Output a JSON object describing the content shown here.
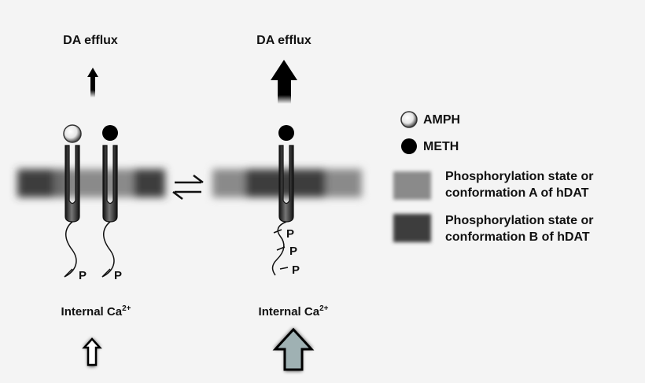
{
  "panels": {
    "left": {
      "efflux_label": "DA efflux",
      "calcium_label": "Internal Ca",
      "calcium_superscript": "2+",
      "phospho_mark": "P"
    },
    "right": {
      "efflux_label": "DA efflux",
      "calcium_label": "Internal Ca",
      "calcium_superscript": "2+",
      "phospho_mark": "P"
    }
  },
  "legend": {
    "amph_label": "AMPH",
    "meth_label": "METH",
    "state_a_line1": "Phosphorylation state  or",
    "state_a_line2": "conformation A of hDAT",
    "state_b_line1": "Phosphorylation  state or",
    "state_b_line2": "conformation B of hDAT"
  },
  "colors": {
    "state_a": "#8a8a8a",
    "state_b": "#3c3c3c",
    "meth": "#000000",
    "amph_outer": "#555555",
    "amph_inner": "#ffffff",
    "calcium_arrow_large": "#9fb1b3"
  }
}
